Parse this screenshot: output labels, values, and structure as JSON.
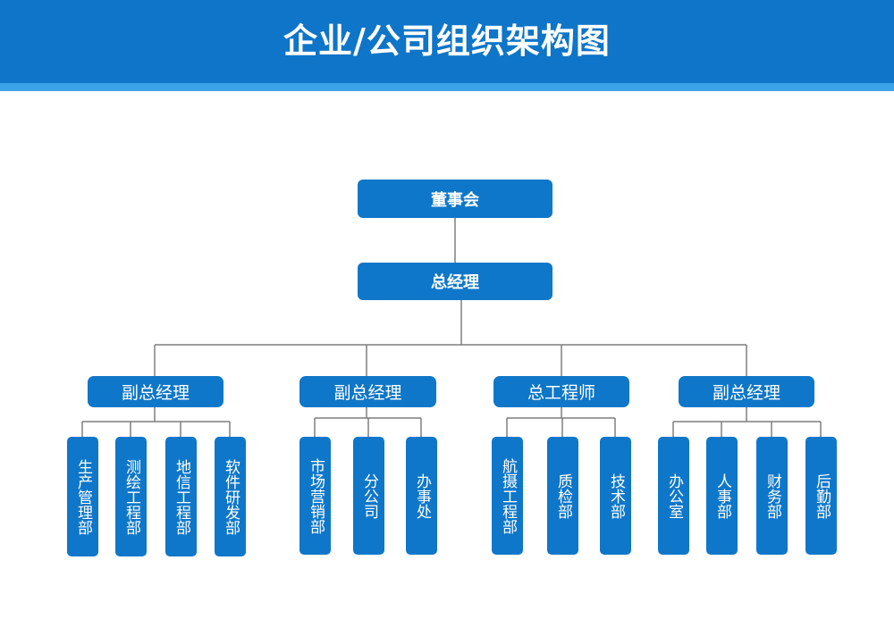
{
  "title": "企业/公司组织架构图",
  "colors": {
    "header": "#0e75c8",
    "header_stripe": "#3aa3e8",
    "node": "#0f77c9",
    "line": "#7f7f7f"
  },
  "board": "董事会",
  "gm": "总经理",
  "branches": [
    {
      "label": "副总经理",
      "departments": [
        "生产管理部",
        "测绘工程部",
        "地信工程部",
        "软件研发部"
      ]
    },
    {
      "label": "副总经理",
      "departments": [
        "市场营销部",
        "分公司",
        "办事处"
      ]
    },
    {
      "label": "总工程师",
      "departments": [
        "航摄工程部",
        "质检部",
        "技术部"
      ]
    },
    {
      "label": "副总经理",
      "departments": [
        "办公室",
        "人事部",
        "财务部",
        "后勤部"
      ]
    }
  ]
}
